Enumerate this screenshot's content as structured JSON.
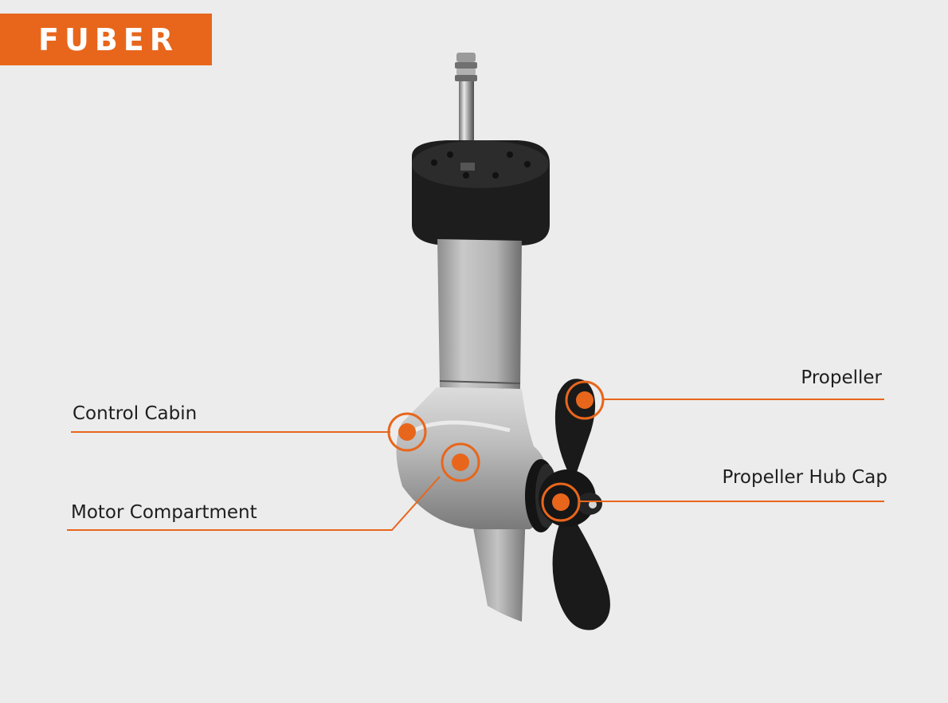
{
  "brand": {
    "name": "FUBER",
    "color": "#e8661c"
  },
  "accent_color": "#e8661c",
  "callouts": [
    {
      "id": "control-cabin",
      "label": "Control Cabin"
    },
    {
      "id": "motor-compartment",
      "label": "Motor Compartment"
    },
    {
      "id": "propeller",
      "label": "Propeller"
    },
    {
      "id": "propeller-hub-cap",
      "label": "Propeller Hub Cap"
    }
  ]
}
